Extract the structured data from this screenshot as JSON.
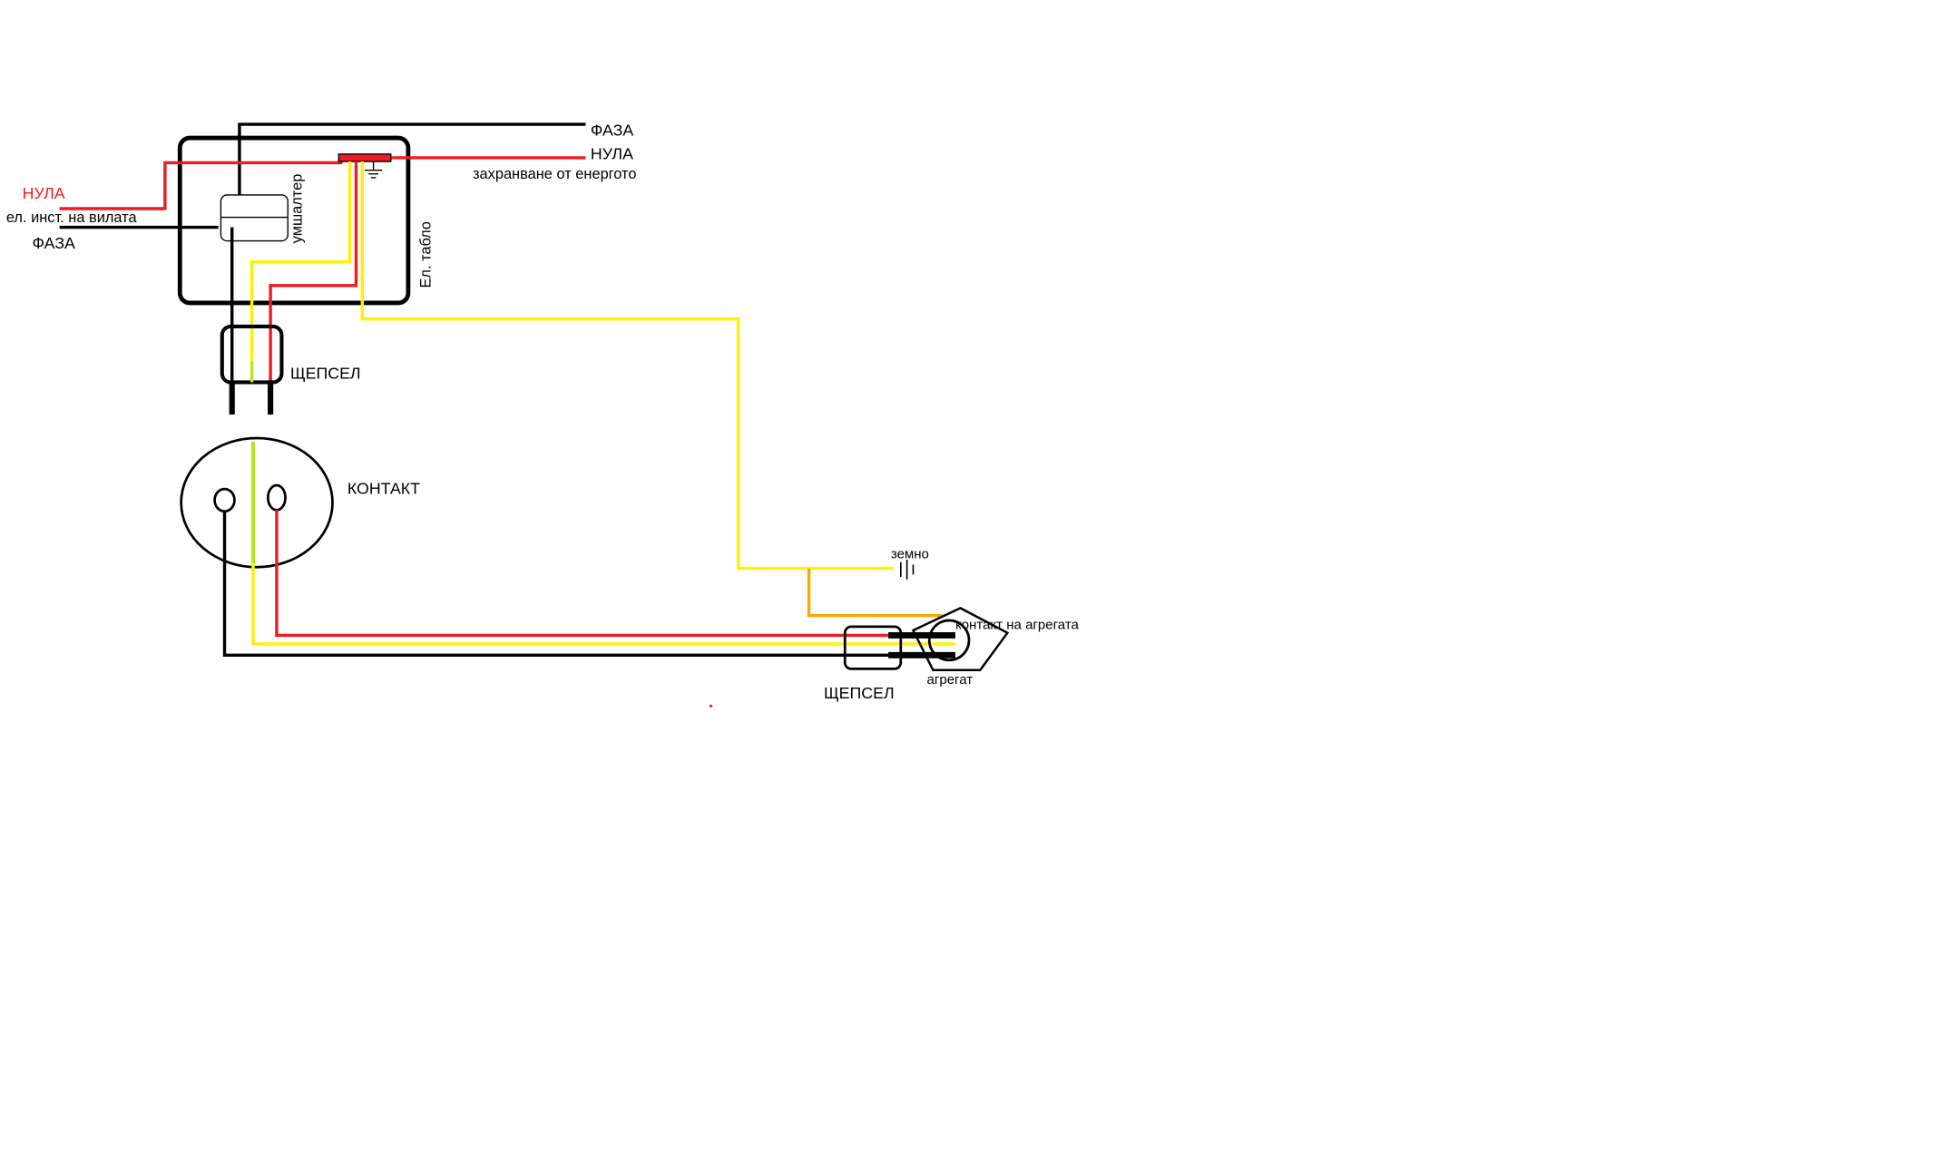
{
  "colors": {
    "black": "#000000",
    "red": "#ed1c24",
    "yellow": "#fff200",
    "green": "#b5e61d",
    "orange": "#f7a800",
    "background": "#ffffff"
  },
  "labels": {
    "faza_top": "ФАЗА",
    "nula_top": "НУЛА",
    "supply": "захранване от енергото",
    "nula_left": "НУЛА",
    "house_install": "ел. инст. на вилата",
    "faza_left": "ФАЗА",
    "switch": "умшалтер",
    "panel": "Ел. табло",
    "plug_top": "ЩЕПСЕЛ",
    "socket": "КОНТАКТ",
    "ground": "земно",
    "generator_socket": "контакт на агрегата",
    "generator": "агрегат",
    "plug_bottom": "ЩЕПСЕЛ"
  },
  "icons": {
    "ground": "ground-symbol-icon"
  }
}
